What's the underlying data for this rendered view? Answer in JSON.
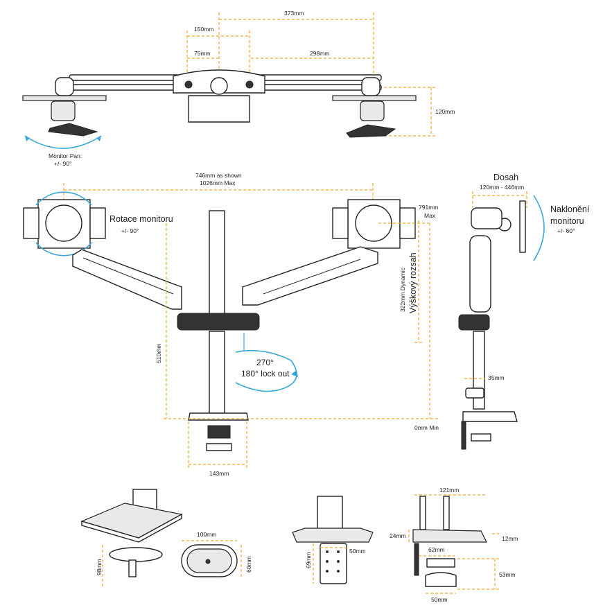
{
  "top_view": {
    "d373": "373mm",
    "d150": "150mm",
    "d75": "75mm",
    "d298": "298mm",
    "d120": "120mm",
    "pan_line1": "Monitor Pan:",
    "pan_line2": "+/- 90°"
  },
  "front_view": {
    "width_line1": "746mm as shown",
    "width_line2": "1026mm Max",
    "rotation_label": "Rotace monitoru",
    "rotation_value": "+/- 90°",
    "h791_line1": "791mm",
    "h791_line2": "Max",
    "dynamic_line1": "322mm Dynamic",
    "dynamic_line2": "Výškový rozsah",
    "h510": "510mm",
    "lock_line1": "270°",
    "lock_line2": "180° lock out",
    "zero_min": "0mm Min",
    "base_width": "143mm"
  },
  "side_view": {
    "reach_title": "Dosah",
    "reach_range": "120mm - 446mm",
    "tilt_line1": "Naklonění",
    "tilt_line2": "monitoru",
    "tilt_value": "+/- 60°",
    "pole": "35mm"
  },
  "details": {
    "grommet_h": "98mm",
    "plate_w": "100mm",
    "plate_h": "60mm",
    "clamp_h": "69mm",
    "clamp_w": "50mm",
    "base_w": "121mm",
    "base_t": "24mm",
    "base_t2": "12mm",
    "clamp_r": "62mm",
    "clamp_d": "53mm",
    "knob_w": "50mm"
  }
}
